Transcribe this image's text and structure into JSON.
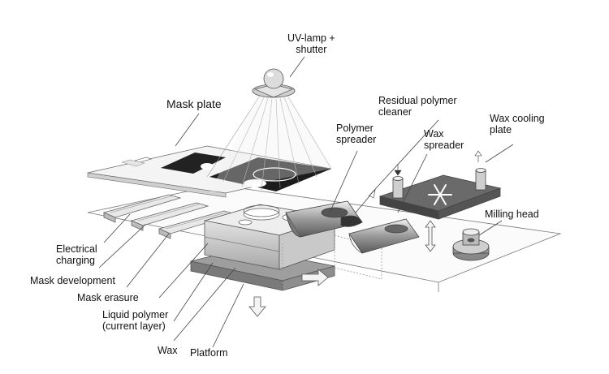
{
  "labels": {
    "uv_lamp": [
      "UV-lamp +",
      "shutter"
    ],
    "mask_plate": "Mask plate",
    "residual_cleaner": [
      "Residual polymer",
      "cleaner"
    ],
    "polymer_spreader": [
      "Polymer",
      "spreader"
    ],
    "wax_spreader": [
      "Wax",
      "spreader"
    ],
    "wax_cooling_plate": [
      "Wax cooling",
      "plate"
    ],
    "milling_head": "Milling head",
    "electrical_charging": [
      "Electrical",
      "charging"
    ],
    "mask_development": "Mask development",
    "mask_erasure": "Mask erasure",
    "liquid_polymer": [
      "Liquid polymer",
      "(current layer)"
    ],
    "wax": "Wax",
    "platform": "Platform"
  },
  "icons": [
    "uv-lamp-icon",
    "snowflake-icon",
    "milling-head-icon",
    "move-arrows-icon"
  ]
}
